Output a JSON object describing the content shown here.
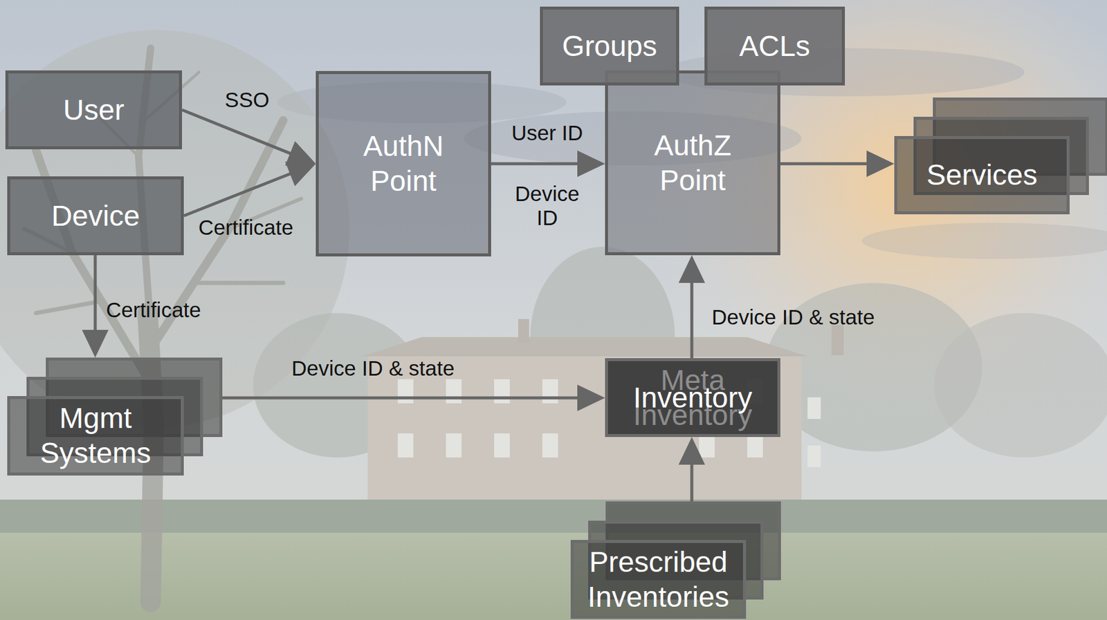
{
  "diagram": {
    "nodes": [
      {
        "text": [
          "User"
        ]
      },
      {
        "text": [
          "Device"
        ]
      },
      {
        "text": [
          "AuthN Point"
        ]
      },
      {
        "text": [
          "Groups"
        ]
      },
      {
        "text": [
          "ACLs"
        ]
      },
      {
        "text": [
          "AuthZ Point"
        ]
      },
      {
        "text": [
          "Services"
        ]
      },
      {
        "text": [
          "Mgmt Systems"
        ]
      },
      {
        "text": [
          "Meta Inventory",
          "Inventory"
        ]
      },
      {
        "text": [
          "Prescribed Inventories"
        ]
      }
    ],
    "edges": [
      {
        "from": 0,
        "to": 2,
        "label": "SSO",
        "arrow": "to"
      },
      {
        "from": 1,
        "to": 2,
        "label": "Certificate",
        "arrow": "to"
      },
      {
        "from": 2,
        "to": 5,
        "label": "User ID",
        "arrow": "to"
      },
      {
        "from": 5,
        "to": 6,
        "arrow": "to"
      },
      {
        "from": 1,
        "to": 7,
        "label": "Certificate",
        "arrow": "to"
      },
      {
        "from": 7,
        "to": 8,
        "label": "Device ID & state",
        "arrow": "to"
      },
      {
        "from": 8,
        "to": 5,
        "label": "Device ID & state",
        "arrow": "to"
      },
      {
        "from": 9,
        "to": 8,
        "arrow": "to"
      }
    ],
    "labels": [
      "Device ID"
    ]
  }
}
